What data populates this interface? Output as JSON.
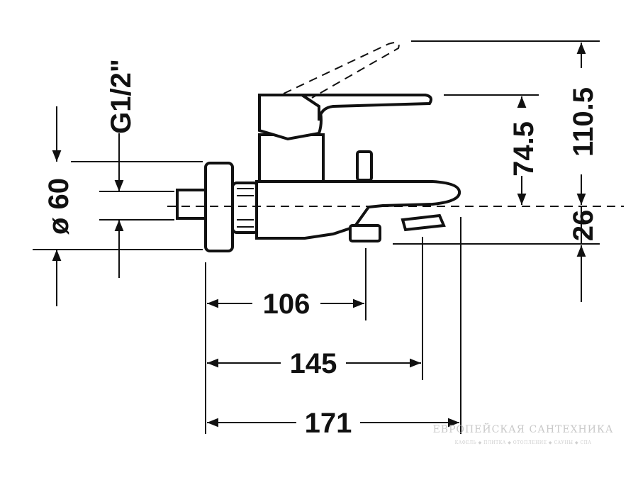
{
  "dimensions": {
    "width_106": "106",
    "width_145": "145",
    "width_171": "171",
    "height_74_5": "74.5",
    "height_110_5": "110.5",
    "height_26": "26",
    "diameter_60": "ø 60",
    "thread_g12": "G1/2\""
  },
  "watermark": {
    "title": "ЕВРОПЕЙСКАЯ САНТЕХНИКА",
    "subtitle": "КАФЕЛЬ ◆ ПЛИТКА ◆ ОТОПЛЕНИЕ ◆ САУНЫ ◆ СПА"
  }
}
